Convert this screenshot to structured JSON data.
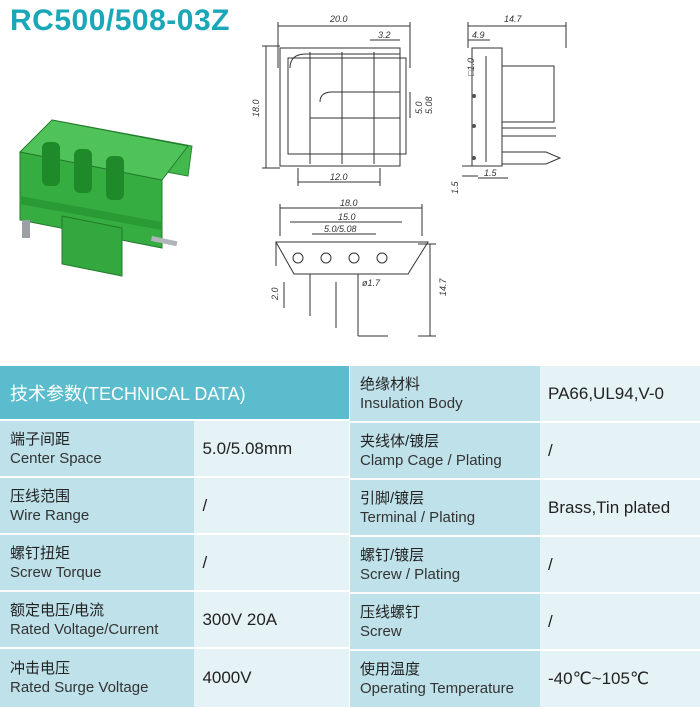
{
  "title": "RC500/508-03Z",
  "colors": {
    "title": "#1aa7b8",
    "header_bg": "#5bbccd",
    "label_bg": "#bfe1ea",
    "value_bg": "#e6f3f6",
    "product_green": "#2fae3c"
  },
  "drawing_labels": {
    "top_width": "20.0",
    "top_pin": "3.2",
    "top_height": "18.0",
    "top_pitch_a": "5.0",
    "top_pitch_b": "5.08",
    "top_bottom": "12.0",
    "side_width": "14.7",
    "side_offset": "4.9",
    "side_square": "□1.0",
    "side_small_a": "1.5",
    "side_small_b": "1.5",
    "front_width": "18.0",
    "front_inner": "15.0",
    "front_pitch": "5.0/5.08",
    "front_hole": "ø1.7",
    "front_pin": "2.0",
    "front_height": "14.7"
  },
  "table": {
    "header": "技术参数(TECHNICAL DATA)",
    "left_rows": [
      {
        "zh": "端子间距",
        "en": "Center Space",
        "value": "5.0/5.08mm"
      },
      {
        "zh": "压线范围",
        "en": "Wire Range",
        "value": "/"
      },
      {
        "zh": "螺钉扭矩",
        "en": "Screw Torque",
        "value": "/"
      },
      {
        "zh": "额定电压/电流",
        "en": "Rated Voltage/Current",
        "value": "300V 20A"
      },
      {
        "zh": "冲击电压",
        "en": "Rated Surge Voltage",
        "value": "4000V"
      }
    ],
    "right_rows": [
      {
        "zh": "绝缘材料",
        "en": "Insulation Body",
        "value": "PA66,UL94,V-0"
      },
      {
        "zh": "夹线体/镀层",
        "en": "Clamp Cage / Plating",
        "value": "/"
      },
      {
        "zh": "引脚/镀层",
        "en": "Terminal / Plating",
        "value": "Brass,Tin plated"
      },
      {
        "zh": "螺钉/镀层",
        "en": "Screw / Plating",
        "value": "/"
      },
      {
        "zh": "压线螺钉",
        "en": "Screw",
        "value": "/"
      },
      {
        "zh": "使用温度",
        "en": "Operating Temperature",
        "value": "-40℃~105℃"
      }
    ]
  }
}
